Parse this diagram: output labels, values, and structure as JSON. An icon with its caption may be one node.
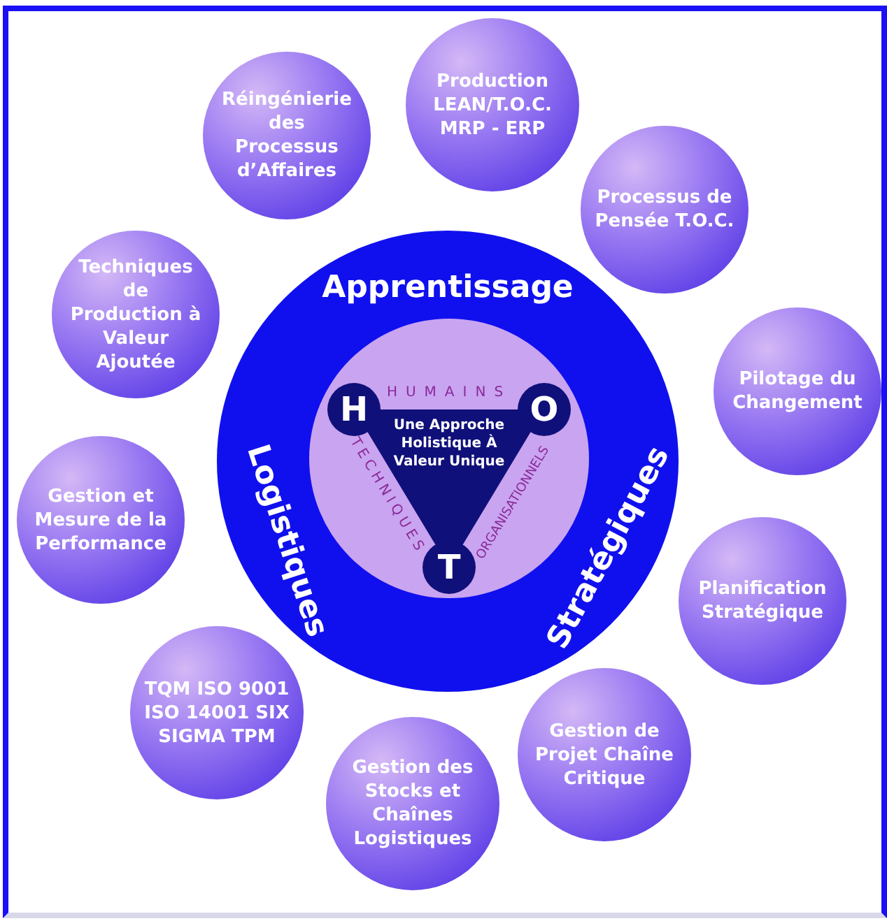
{
  "diagram": {
    "nodes": [
      {
        "text": [
          "Production LEAN/T.O.C. MRP - ERP"
        ]
      },
      {
        "text": [
          "Réingénierie des Processus d’Affaires"
        ]
      },
      {
        "text": [
          "Processus de Pensée T.O.C."
        ]
      },
      {
        "text": [
          "Techniques de Production à Valeur Ajoutée"
        ]
      },
      {
        "text": [
          "Apprentissage",
          "Logistiques",
          "Stratégiques"
        ]
      },
      {
        "text": [
          "HUMAINS",
          "TECHNIQUES",
          "ORGANISATIONNELS"
        ],
        "in": 4
      },
      {
        "text": [
          "H"
        ],
        "in": 5
      },
      {
        "text": [
          "O"
        ],
        "in": 5
      },
      {
        "text": [
          "Une Approche Holistique À Valeur Unique"
        ],
        "in": 5
      },
      {
        "text": [
          "T"
        ],
        "in": 5
      },
      {
        "text": [
          "Pilotage du Changement"
        ]
      },
      {
        "text": [
          "Gestion et Mesure de la Performance"
        ]
      },
      {
        "text": [
          "Planification Stratégique"
        ]
      },
      {
        "text": [
          "TQM ISO 9001 ISO 14001 SIX SIGMA TPM"
        ]
      },
      {
        "text": [
          "Gestion de Projet Chaîne Critique"
        ]
      },
      {
        "text": [
          "Gestion des Stocks et Chaînes Logistiques"
        ]
      }
    ],
    "edges": []
  }
}
